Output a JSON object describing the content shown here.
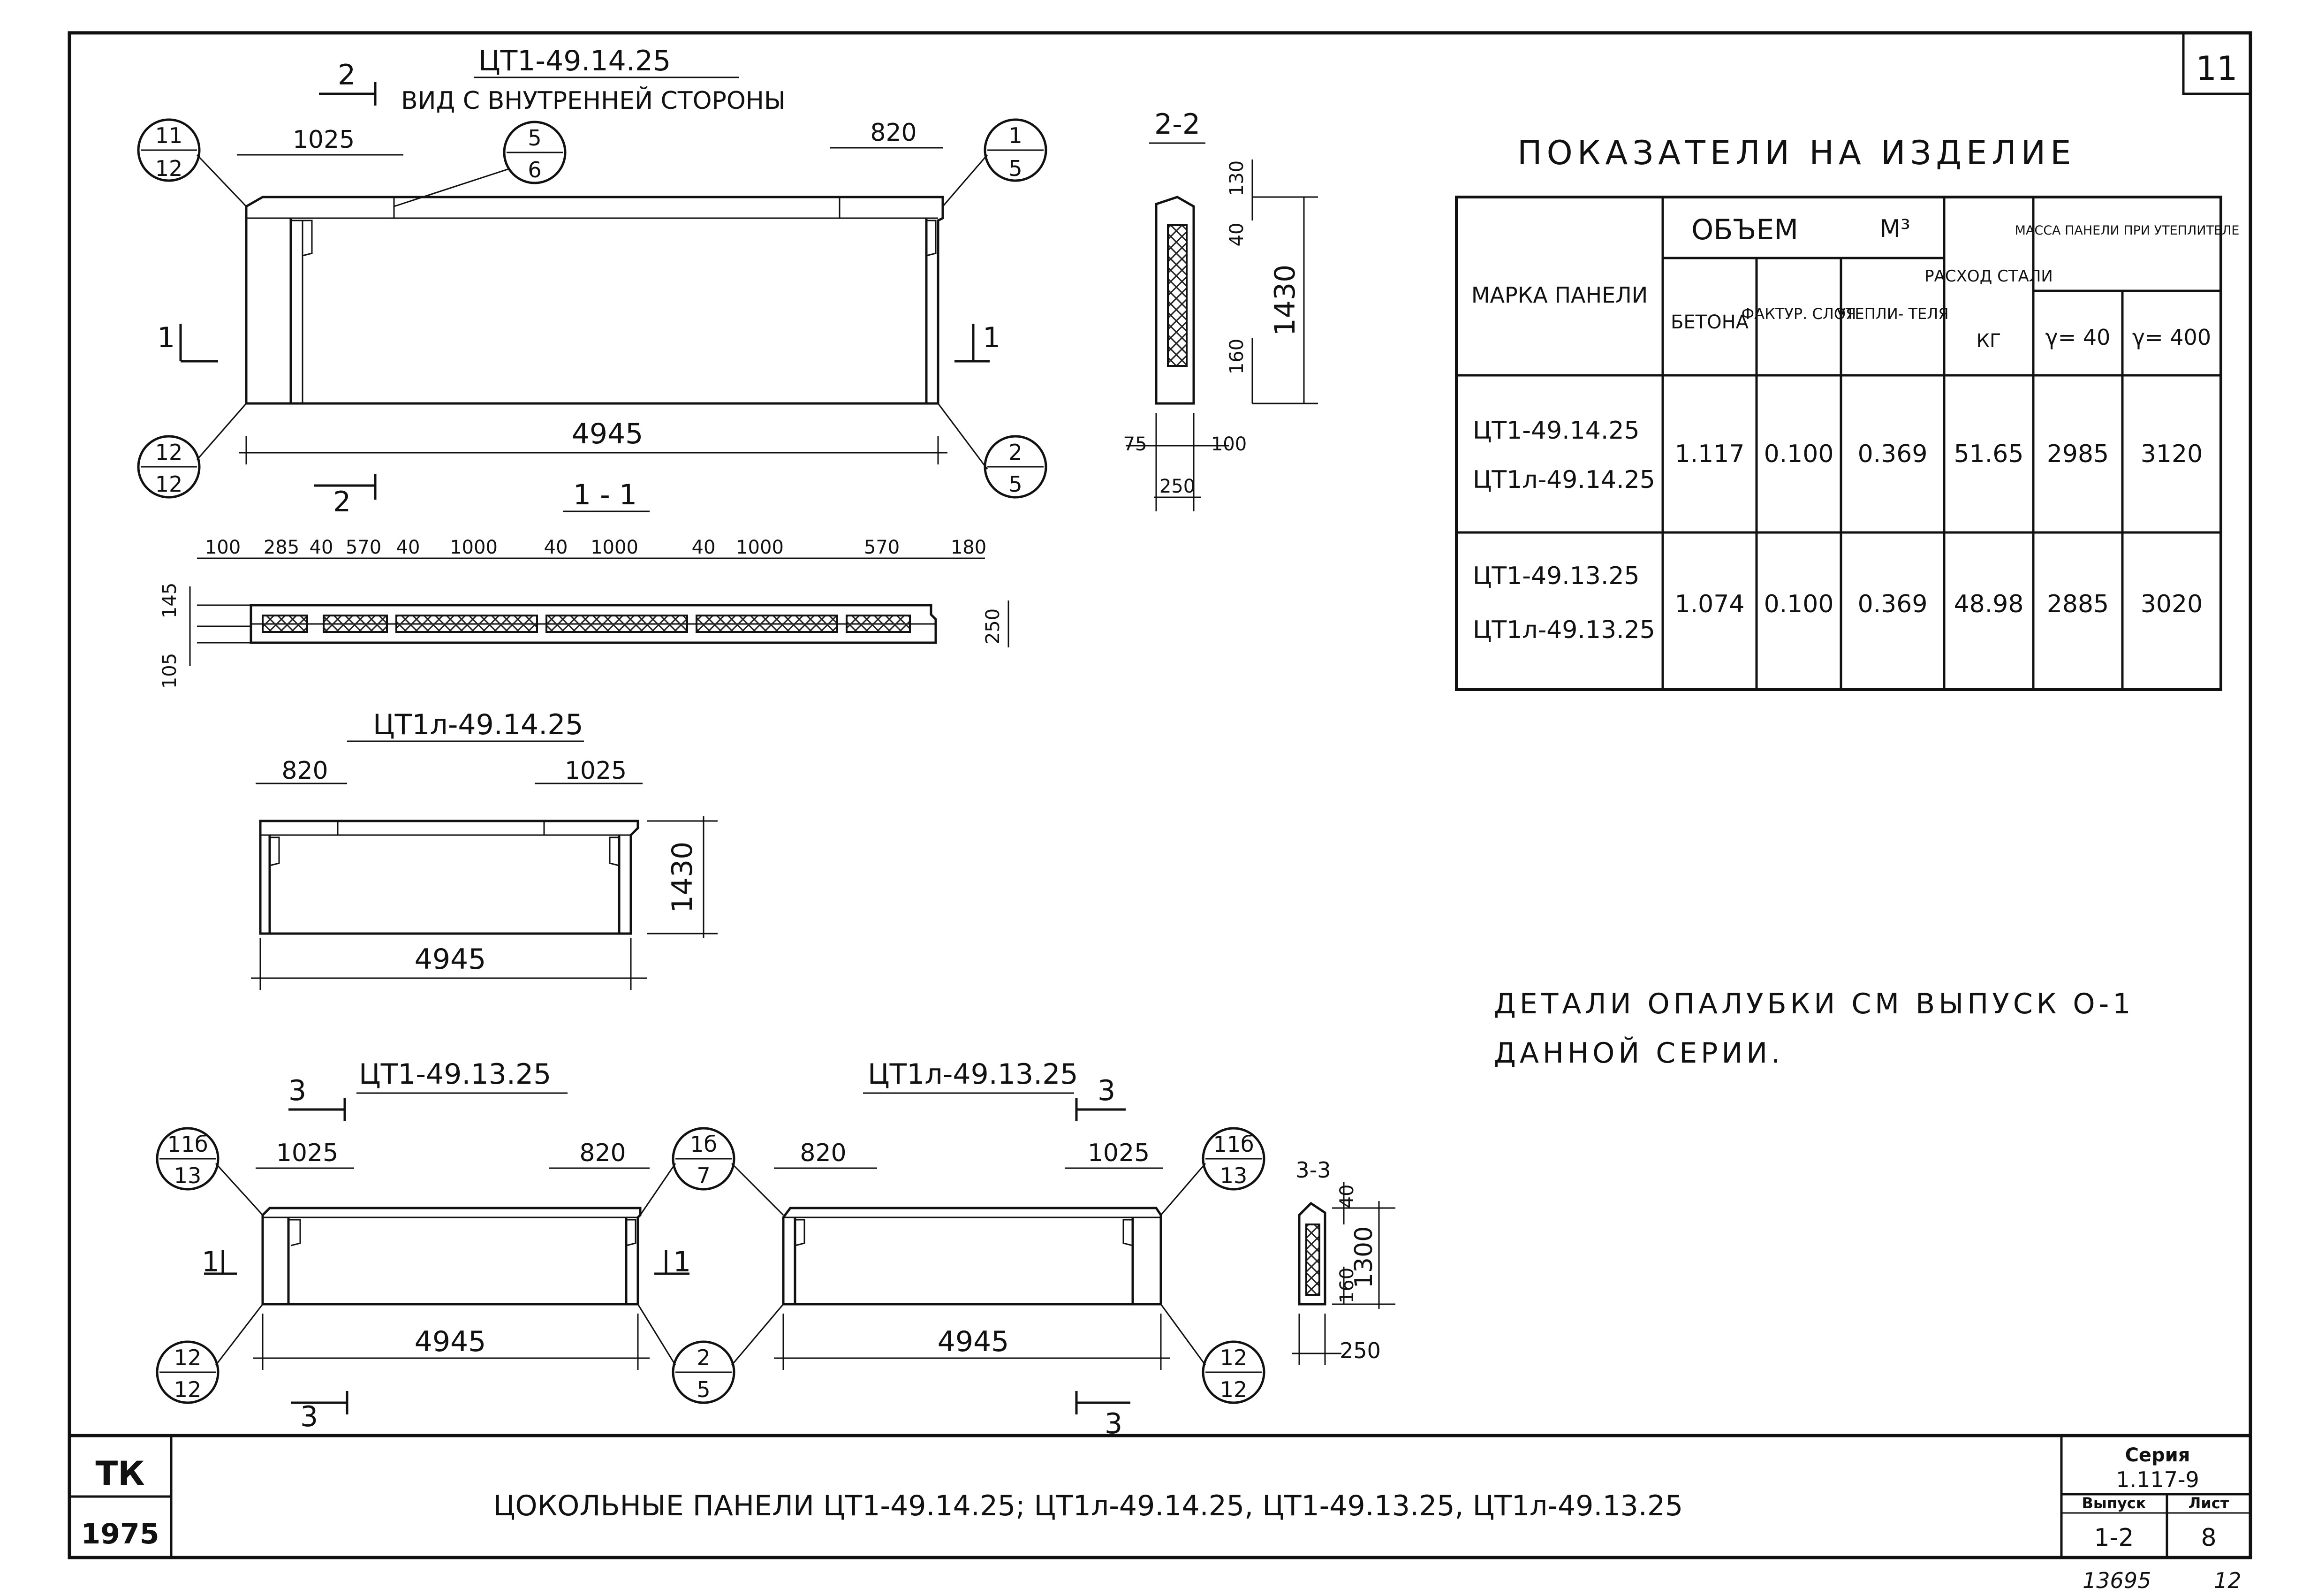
{
  "sheet_number": "11",
  "main_view": {
    "title": "ЦТ1-49.14.25",
    "caption": "ВИД С ВНУТРЕННЕЙ СТОРОНЫ",
    "section_mark": "2",
    "dims": {
      "left_top": "1025",
      "right_top": "820",
      "length": "4945"
    },
    "callouts": {
      "tl": [
        "11",
        "12"
      ],
      "tm": [
        "5",
        "6"
      ],
      "tr": [
        "1",
        "5"
      ],
      "bl": [
        "12",
        "12"
      ],
      "br": [
        "2",
        "5"
      ]
    },
    "cut_mark": "1"
  },
  "section_1_1": {
    "title": "1 - 1",
    "dims": [
      "100",
      "285",
      "40",
      "570",
      "40",
      "1000",
      "40",
      "1000",
      "40",
      "1000",
      "570",
      "180"
    ],
    "left_dims": [
      "145",
      "105"
    ],
    "depth": "250"
  },
  "section_2_2": {
    "title": "2-2",
    "dims": {
      "top": "130",
      "upper": "40",
      "height": "1430",
      "lower": "160",
      "left": "75",
      "right": "100",
      "width": "250"
    }
  },
  "view_left_variant": {
    "title": "ЦТ1л-49.14.25",
    "dims": {
      "left": "820",
      "right": "1025",
      "length": "4945",
      "height": "1430"
    }
  },
  "view_49_13": {
    "title": "ЦТ1-49.13.25",
    "section_mark": "3",
    "cut_mark": "1",
    "dims": {
      "left": "1025",
      "right": "820",
      "length": "4945"
    },
    "callouts": {
      "tl": [
        "11б",
        "13"
      ],
      "bl": [
        "12",
        "12"
      ],
      "tr": [
        "1б",
        "7"
      ],
      "br": [
        "2",
        "5"
      ]
    }
  },
  "view_49_13_left": {
    "title": "ЦТ1л-49.13.25",
    "section_mark": "3",
    "dims": {
      "left": "820",
      "right": "1025",
      "length": "4945"
    },
    "callouts": {
      "tr": [
        "11б",
        "13"
      ],
      "br": [
        "12",
        "12"
      ]
    }
  },
  "section_3_3": {
    "title": "3-3",
    "dims": {
      "top": "40",
      "height": "1300",
      "lower": "160",
      "width": "250"
    }
  },
  "table": {
    "title": "ПОКАЗАТЕЛИ НА ИЗДЕЛИЕ",
    "headers": {
      "mark": "МАРКА ПАНЕЛИ",
      "volume": "ОБЪЕМ",
      "volume_unit": "М³",
      "concrete": "БЕТОНА",
      "facing": "ФАКТУР. СЛОЯ",
      "insulation": "УТЕПЛИ- ТЕЛЯ",
      "steel": "РАСХОД СТАЛИ",
      "steel_unit": "КГ",
      "mass": "МАССА ПАНЕЛИ ПРИ УТЕПЛИТЕЛЕ",
      "g40": "γ= 40",
      "g400": "γ= 400"
    },
    "rows": [
      {
        "marks": [
          "ЦТ1-49.14.25",
          "ЦТ1л-49.14.25"
        ],
        "concrete": "1.117",
        "facing": "0.100",
        "insulation": "0.369",
        "steel": "51.65",
        "m40": "2985",
        "m400": "3120"
      },
      {
        "marks": [
          "ЦТ1-49.13.25",
          "ЦТ1л-49.13.25"
        ],
        "concrete": "1.074",
        "facing": "0.100",
        "insulation": "0.369",
        "steel": "48.98",
        "m40": "2885",
        "m400": "3020"
      }
    ]
  },
  "note": [
    "ДЕТАЛИ ОПАЛУБКИ СМ ВЫПУСК О-1",
    "ДАННОЙ СЕРИИ."
  ],
  "title_block": {
    "org": "ТК",
    "year": "1975",
    "title": "ЦОКОЛЬНЫЕ ПАНЕЛИ ЦТ1-49.14.25; ЦТ1л-49.14.25, ЦТ1-49.13.25, ЦТ1л-49.13.25",
    "series_label": "Серия",
    "series": "1.117-9",
    "issue_label": "Выпуск",
    "issue": "1-2",
    "sheet_label": "Лист",
    "sheet": "8"
  },
  "footer": {
    "inventory": "13695",
    "page": "12"
  }
}
